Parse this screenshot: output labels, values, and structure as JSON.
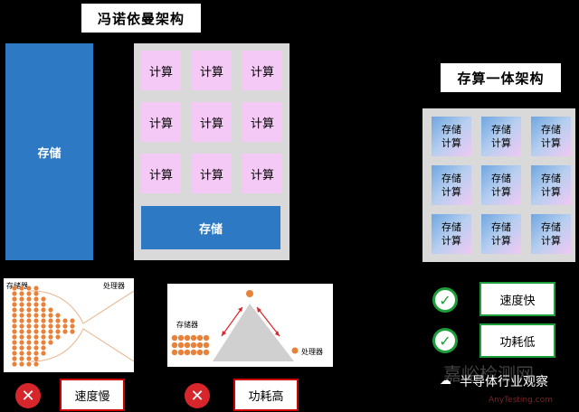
{
  "von_neumann": {
    "title": "冯诺依曼架构",
    "storage_label": "存储",
    "compute_label": "计算",
    "inner_storage_label": "存储"
  },
  "in_memory": {
    "title": "存算一体架构",
    "cell_line1": "存储",
    "cell_line2": "计算"
  },
  "bottleneck_figure": {
    "left_label": "存储器",
    "right_label": "处理器"
  },
  "triangle_figure": {
    "left_label": "存储器",
    "right_label": "处理器"
  },
  "cons": [
    {
      "label": "速度慢"
    },
    {
      "label": "功耗高"
    }
  ],
  "pros": [
    {
      "label": "速度快"
    },
    {
      "label": "功耗低"
    }
  ],
  "watermark": {
    "text": "嘉峪检测网",
    "url": "AnyTesting.com"
  },
  "source": "半导体行业观察",
  "colors": {
    "blue": "#2e79c4",
    "pink": "#f5c9f5",
    "panel_gray": "#d9d9d9",
    "orange": "#e8823a",
    "red": "#d7262b",
    "green": "#1e9e3a"
  }
}
